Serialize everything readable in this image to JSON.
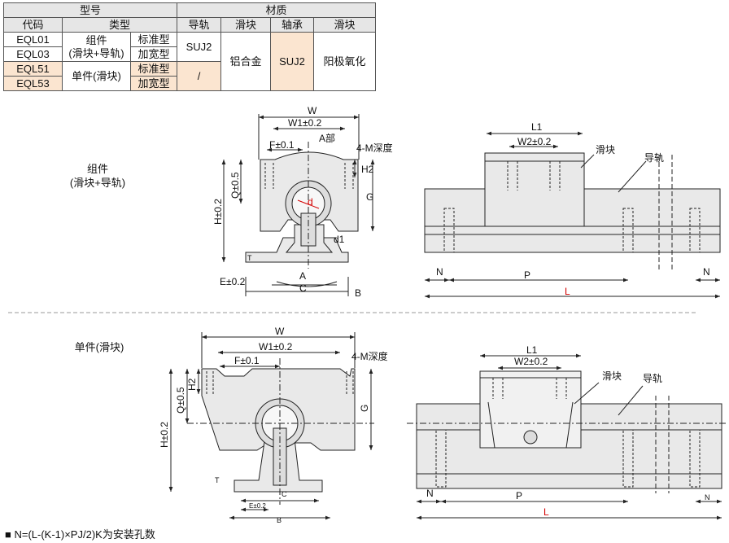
{
  "table": {
    "h_model": "型号",
    "h_material": "材质",
    "h_code": "代码",
    "h_type": "类型",
    "h_rail": "导轨",
    "h_block": "滑块",
    "h_bearing": "轴承",
    "h_block2": "滑块",
    "rows": [
      {
        "code": "EQL01",
        "subtype": "标准型"
      },
      {
        "code": "EQL03",
        "subtype": "加宽型"
      },
      {
        "code": "EQL51",
        "subtype": "标准型"
      },
      {
        "code": "EQL53",
        "subtype": "加宽型"
      }
    ],
    "kind_assembly": "组件",
    "kind_assembly_sub": "(滑块+导轨)",
    "kind_single": "单件(滑块)",
    "rail_assembly": "SUJ2",
    "rail_single": "/",
    "block_material": "铝合金",
    "bearing_material": "SUJ2",
    "block_finish": "阳极氧化"
  },
  "sections": {
    "assembly_title": "组件",
    "assembly_sub": "(滑块+导轨)",
    "single_title": "单件(滑块)"
  },
  "dims": {
    "W": "W",
    "W1": "W1±0.2",
    "F": "F±0.1",
    "A_part": "A部",
    "M": "4-M深度",
    "H2": "H2",
    "Q": "Q±0.5",
    "H": "H±0.2",
    "G": "G",
    "d": "d",
    "d1": "d1",
    "T": "T",
    "A": "A",
    "E": "E±0.2",
    "C": "C",
    "B": "B",
    "L1": "L1",
    "W2": "W2±0.2",
    "slider": "滑块",
    "rail": "导轨",
    "N": "N",
    "P": "P",
    "L": "L"
  },
  "note": "■ N=(L-(K-1)×PJ/2)K为安装孔数",
  "colors": {
    "header_bg": "#e6e6e6",
    "highlight_bg": "#fbe5d0",
    "red": "#d40000",
    "body_fill": "#e9e9e9"
  }
}
